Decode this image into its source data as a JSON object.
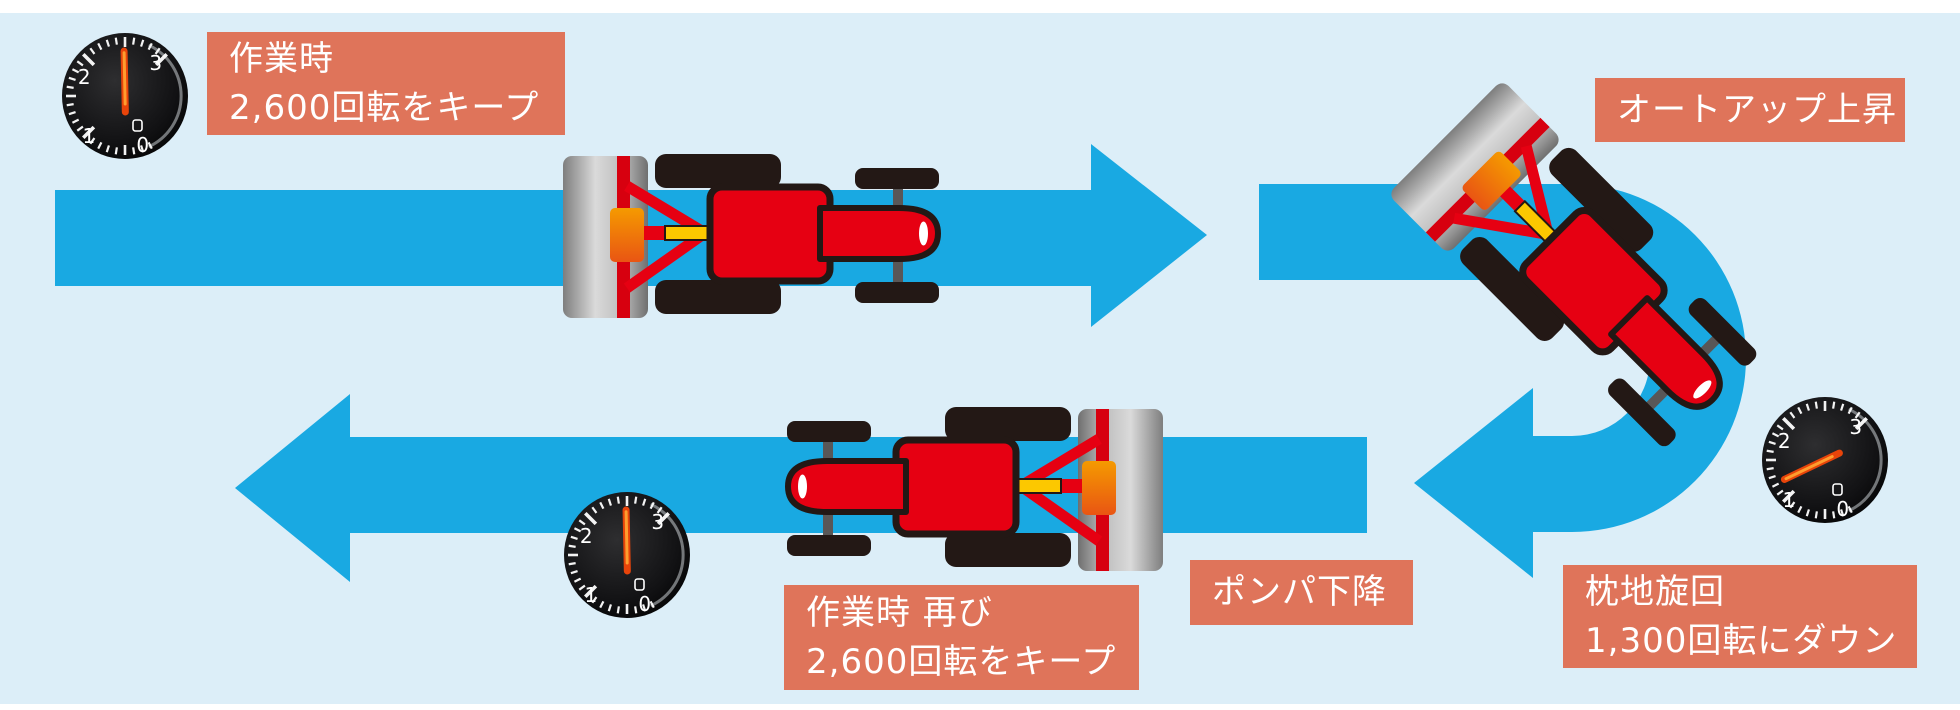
{
  "diagram": {
    "background_color": "#dceef8",
    "route_arrow_color": "#19a9e2",
    "label_bg_color": "#df745a",
    "tractor_color": "#e60012",
    "labels": {
      "work_pass_1": {
        "line1": "作業時",
        "line2": "2,600回転をキープ"
      },
      "auto_up": {
        "text": "オートアップ上昇"
      },
      "headland_turn": {
        "line1": "枕地旋回",
        "line2": "1,300回転にダウン"
      },
      "ponpa_down": {
        "text": "ポンパ下降"
      },
      "work_pass_2": {
        "line1": "作業時 再び",
        "line2": "2,600回転をキープ"
      }
    },
    "gauges": [
      {
        "name": "tachometer-work-pass-1",
        "rpm": 2600,
        "scale_labels": [
          "0",
          "1",
          "2",
          "3"
        ]
      },
      {
        "name": "tachometer-headland-turn",
        "rpm": 1300,
        "scale_labels": [
          "0",
          "1",
          "2",
          "3"
        ]
      },
      {
        "name": "tachometer-work-pass-2",
        "rpm": 2600,
        "scale_labels": [
          "0",
          "1",
          "2",
          "3"
        ]
      }
    ]
  }
}
